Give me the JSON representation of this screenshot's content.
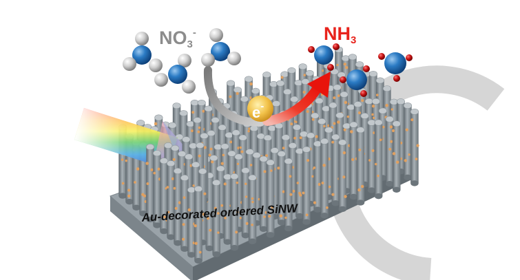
{
  "figure": {
    "reactant_label": "NO",
    "reactant_sub": "3",
    "reactant_sup": "-",
    "product_label": "NH",
    "product_sub": "3",
    "electron_label": "e",
    "electron_sup": "-",
    "substrate_label": "Au-decorated ordered SiNW"
  },
  "colors": {
    "reactant_text": "#8c8c8c",
    "product_text": "#e8231c",
    "nitrogen_atom": "#1f6fb8",
    "oxygen_atom": "#cfcfcf",
    "hydrogen_atom": "#c81414",
    "electron": "#e8b23a",
    "nanowire": "#8e979d",
    "au_particle": "#e0a060",
    "background_arc": "#d6d6d6"
  },
  "icons": [
    "rainbow-light-arrow-icon",
    "electron-transfer-arrow-icon",
    "nitrate-molecule-icon",
    "ammonia-molecule-icon",
    "electron-icon"
  ]
}
